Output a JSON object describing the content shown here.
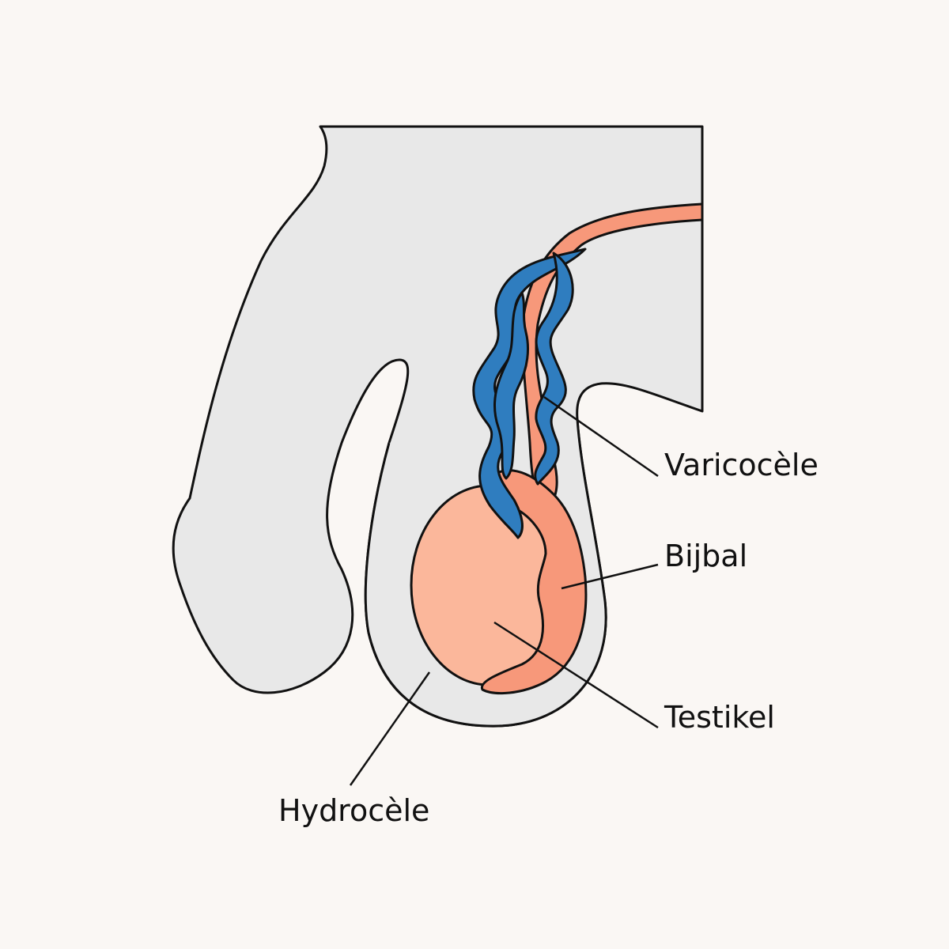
{
  "labels": {
    "varicocele": "Varicocèle",
    "bijbal": "Bijbal",
    "testikel": "Testikel",
    "hydrocele": "Hydrocèle"
  },
  "colors": {
    "background": "#faf7f4",
    "body": "#e8e8e8",
    "vein": "#2f7dbf",
    "testicle": "#fbb79b",
    "epididymis": "#f7987a",
    "outline": "#111111"
  }
}
